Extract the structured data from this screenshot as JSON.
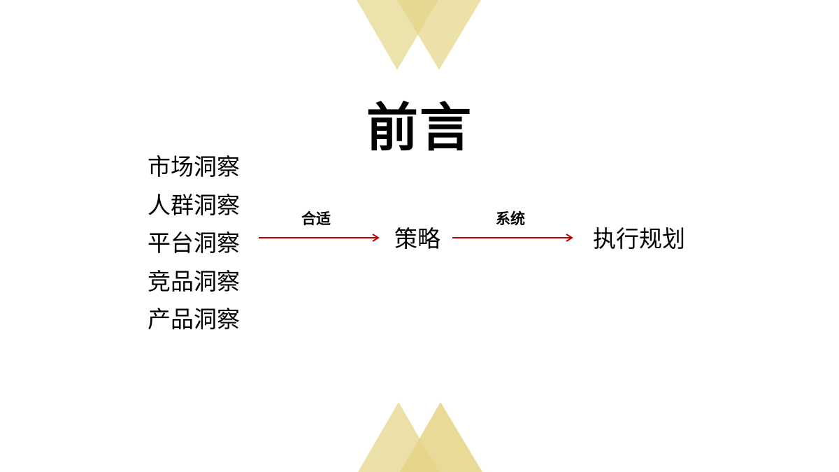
{
  "slide": {
    "title": "前言",
    "insights": [
      "市场洞察",
      "人群洞察",
      "平台洞察",
      "竞品洞察",
      "产品洞察"
    ],
    "flow": {
      "arrow1_label": "合适",
      "middle_node": "策略",
      "arrow2_label": "系统",
      "end_node": "执行规划"
    }
  },
  "colors": {
    "triangle_light": "#E9DD9E",
    "triangle_dark": "#E5D486",
    "arrow": "#C00000",
    "text": "#000000"
  }
}
